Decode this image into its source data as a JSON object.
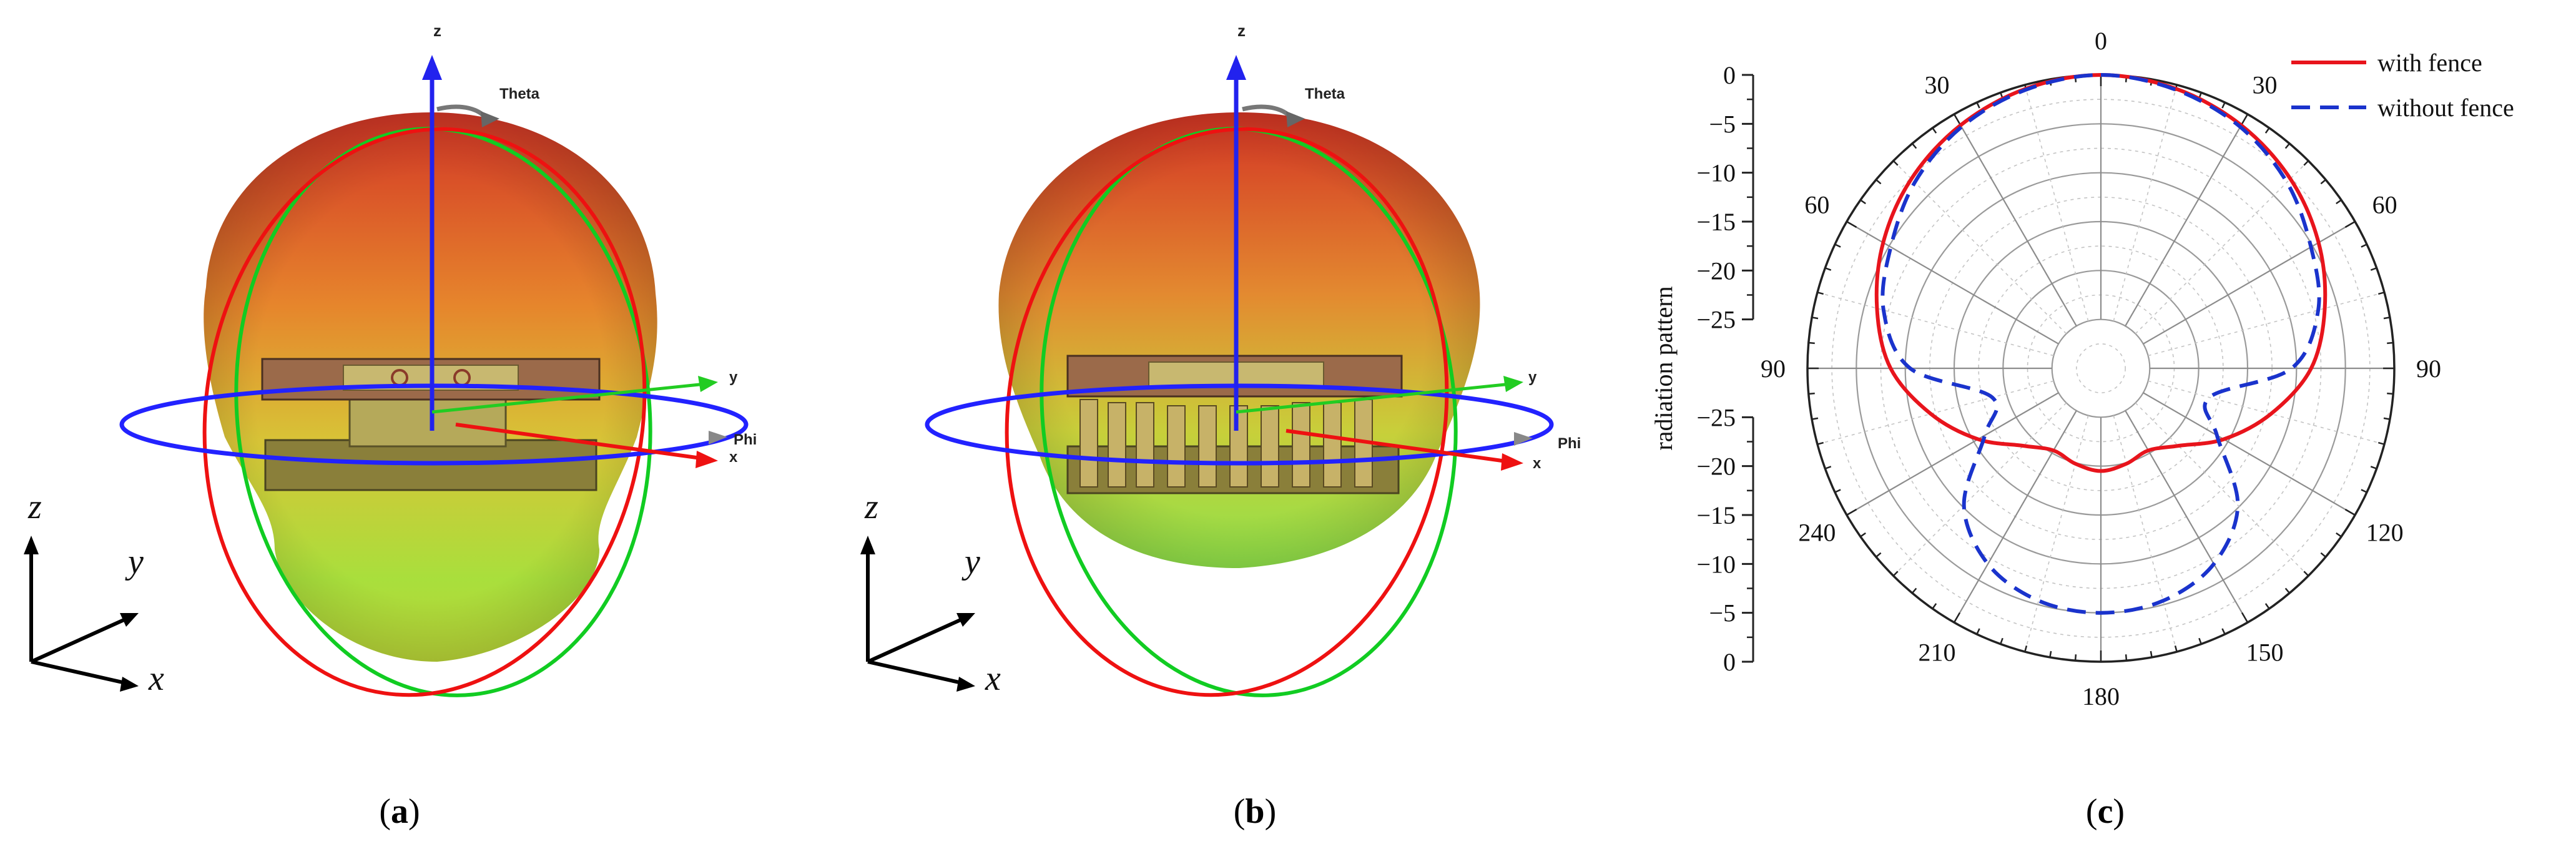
{
  "panels": {
    "a": {
      "caption": "(a)",
      "letter": "a"
    },
    "b": {
      "caption": "(b)",
      "letter": "b"
    },
    "c": {
      "caption": "(c)",
      "letter": "c"
    }
  },
  "pattern3d": {
    "axis_z": "z",
    "axis_y": "y",
    "axis_x": "x",
    "theta_label": "Theta",
    "phi_label": "Phi",
    "triad_z": "z",
    "triad_y": "y",
    "triad_x": "x",
    "colors": {
      "theta_ring": "#1a1aff",
      "phi_ring_red": "#ee1111",
      "phi_ring_green": "#11cc22",
      "pattern_top": "#d33a2a",
      "pattern_bottom": "#a8e23a"
    }
  },
  "chart_data": {
    "type": "polar",
    "ylabel": "radiation pattern",
    "angle_ticks": [
      "0",
      "30",
      "60",
      "90",
      "120",
      "150",
      "180",
      "210",
      "240",
      "90",
      "60",
      "30"
    ],
    "angle_tick_degrees": [
      0,
      30,
      60,
      90,
      120,
      150,
      180,
      210,
      240,
      270,
      300,
      330
    ],
    "radial_ticks_upper": [
      "0",
      "−5",
      "−10",
      "−15",
      "−20",
      "−25"
    ],
    "radial_ticks_lower": [
      "−25",
      "−20",
      "−15",
      "−10",
      "−5",
      "0"
    ],
    "radial_range": [
      -30,
      0
    ],
    "grid": true,
    "legend_position": "top-right",
    "series": [
      {
        "name": "with fence",
        "color": "#e8141c",
        "style": "solid",
        "angles": [
          0,
          15,
          30,
          45,
          60,
          75,
          90,
          105,
          120,
          135,
          150,
          165,
          180,
          195,
          210,
          225,
          240,
          255,
          270,
          285,
          300,
          315,
          330,
          345
        ],
        "values": [
          0,
          -0.4,
          -1.3,
          -2.6,
          -4.3,
          -6.3,
          -8.5,
          -12.0,
          -15.5,
          -18.8,
          -20.3,
          -19.9,
          -19.5,
          -19.9,
          -20.3,
          -18.8,
          -15.5,
          -12.0,
          -8.5,
          -6.3,
          -4.3,
          -2.6,
          -1.3,
          -0.4
        ]
      },
      {
        "name": "without fence",
        "color": "#1a33cc",
        "style": "dashed",
        "angles": [
          0,
          15,
          30,
          45,
          60,
          75,
          90,
          105,
          120,
          135,
          150,
          165,
          180,
          195,
          210,
          225,
          240,
          255,
          270,
          285,
          300,
          315,
          330,
          345
        ],
        "values": [
          0,
          -0.5,
          -1.5,
          -3.1,
          -5.2,
          -7.0,
          -10.5,
          -18.5,
          -16.3,
          -10.2,
          -6.9,
          -5.4,
          -5.0,
          -5.4,
          -6.9,
          -10.2,
          -16.3,
          -18.5,
          -10.5,
          -7.0,
          -5.2,
          -3.1,
          -1.5,
          -0.5
        ]
      }
    ]
  }
}
